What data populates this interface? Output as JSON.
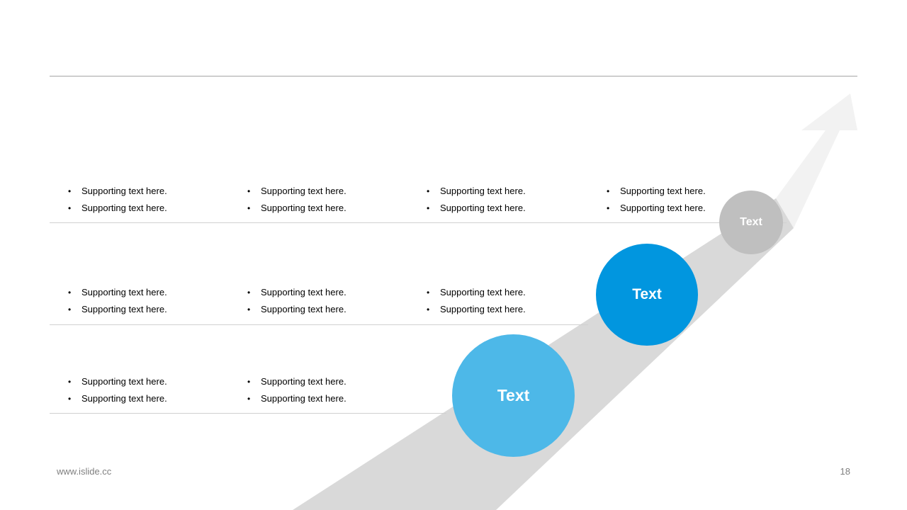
{
  "rows": [
    {
      "columns": [
        [
          "Supporting text here.",
          "Supporting text here."
        ],
        [
          "Supporting text here.",
          "Supporting text here."
        ],
        [
          "Supporting text here.",
          "Supporting text here."
        ],
        [
          "Supporting text here.",
          "Supporting text here."
        ]
      ]
    },
    {
      "columns": [
        [
          "Supporting text here.",
          "Supporting text here."
        ],
        [
          "Supporting text here.",
          "Supporting text here."
        ],
        [
          "Supporting text here.",
          "Supporting text here."
        ]
      ]
    },
    {
      "columns": [
        [
          "Supporting text here.",
          "Supporting text here."
        ],
        [
          "Supporting text here.",
          "Supporting text here."
        ]
      ]
    }
  ],
  "steps": [
    {
      "label": "Text",
      "color": "#4db8e8"
    },
    {
      "label": "Text",
      "color": "#0196df"
    },
    {
      "label": "Text",
      "color": "#bfbfbf"
    }
  ],
  "arrow_colors": {
    "body": "#d9d9d9",
    "tip": "#f2f2f2"
  },
  "footer": {
    "url": "www.islide.cc",
    "page_number": "18"
  }
}
